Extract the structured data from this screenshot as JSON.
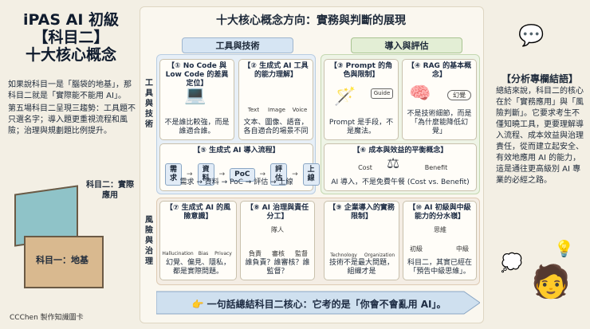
{
  "left": {
    "title_lines": [
      "iPAS AI 初級",
      "【科目二】",
      "十大核心概念"
    ],
    "intro": "如果說科目一是「腦袋的地基」，那科目二就是「實際能不能用 AI」。",
    "trend": "第五場科目二呈現三趨勢：工具題不只選名字；導入題更重視流程和風險；治理與規劃題比例提升。",
    "top_box_label": "科目二：實際應用",
    "bottom_box_label": "科目一：地基",
    "credit": "CCChen 製作知識圖卡"
  },
  "main": {
    "title": "十大核心概念方向：實務與判斷的展現",
    "hdr_tools": "工具與技術",
    "hdr_adopt": "導入與評估",
    "vlabel_tools": "工具與技術",
    "vlabel_risk": "風險與治理",
    "cards": [
      {
        "title": "【① No Code 與 Low Code 的差異定位】",
        "body": "不是誰比較強，而是誰適合誰。"
      },
      {
        "title": "【② 生成式 AI 工具的能力理解】",
        "body": "文本、圖像、語音，各自適合的場景不同",
        "icons": [
          "Text",
          "Image",
          "Voice"
        ]
      },
      {
        "title": "【③ Prompt 的角色與限制】",
        "body": "Prompt 是手段，不是魔法。",
        "tag": "Guide"
      },
      {
        "title": "【④ RAG 的基本概念】",
        "body": "不是技術細節，而是「為什麼能降低幻覺」",
        "tag": "幻覺"
      },
      {
        "title": "【⑤ 生成式 AI 導入流程】",
        "steps": [
          "需求",
          "資料",
          "PoC",
          "評估",
          "上線"
        ],
        "body": "需求 → 資料 → PoC → 評估 → 上線"
      },
      {
        "title": "【⑥ 成本與效益的平衡概念】",
        "body": "AI 導入，不是免費午餐 (Cost vs. Benefit)",
        "cost": "Cost",
        "benefit": "Benefit"
      },
      {
        "title": "【⑦ 生成式 AI 的風險意識】",
        "body": "幻覺、偏見、隱私，都是實際問題。",
        "icons": [
          "Hallucination",
          "Bias",
          "Privacy"
        ]
      },
      {
        "title": "【⑧ AI 治理與責任分工】",
        "body": "誰負責？誰審核？誰監督？",
        "top": "隊人",
        "roles": [
          "負責",
          "審核",
          "監督"
        ]
      },
      {
        "title": "【⑨ 企業導入的實務限制】",
        "body": "技術不是最大問題，組織才是",
        "icons": [
          "Technology",
          "Organization"
        ]
      },
      {
        "title": "【⑩ AI 初級與中級能力的分水嶺】",
        "body": "科目二，其實已經在「預告中級思維」。",
        "bridge": [
          "初級",
          "思維",
          "中級"
        ]
      }
    ],
    "banner": "👉 一句話總結科目二核心：它考的是「你會不會亂用 AI」。"
  },
  "right": {
    "title": "【分析專欄結語】",
    "body": "總結來說，科目二的核心在於「實務應用」與「風險判斷」。它要求考生不僅知曉工具，更要理解導入流程、成本效益與治理責任，從而建立起安全、有效地應用 AI 的能力，這是通往更高級別 AI 專業的必經之路。"
  },
  "colors": {
    "bg": "#f3efe4",
    "tools": "#e7eff7",
    "adopt": "#eef4e6",
    "risk": "#f4ede4",
    "banner": "#cfe0ef"
  }
}
